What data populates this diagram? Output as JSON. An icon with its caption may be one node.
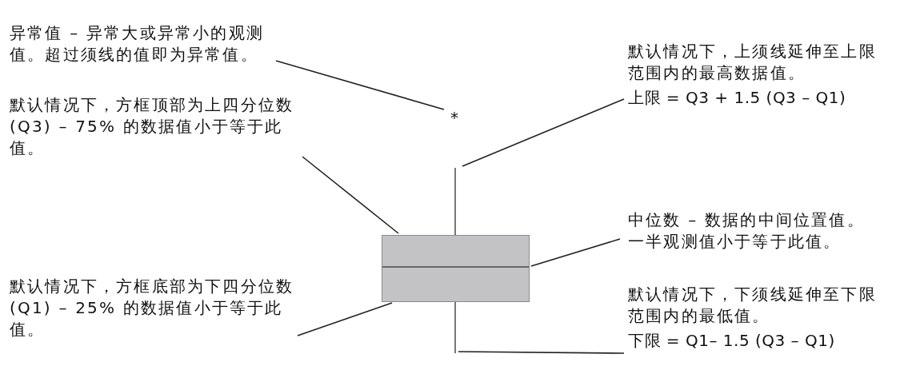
{
  "diagram": {
    "nodes": [
      {
        "text": [
          "异常值 – 异常大或异常小的观测值。超过须线的值即为异常值。"
        ]
      },
      {
        "text": [
          "*"
        ]
      },
      {
        "text": [
          "默认情况下，方框顶部为上四分位数 (Q3) – 75% 的数据值小于等于此值。"
        ]
      },
      {
        "text": [
          "默认情况下，方框底部为下四分位数 (Q1) – 25% 的数据值小于等于此值。"
        ]
      },
      {
        "text": [
          "默认情况下，上须线延伸至上限范围内的最高数据值。",
          "上限 = Q3 + 1.5 (Q3 – Q1)"
        ]
      },
      {
        "text": [
          "中位数 – 数据的中间位置值。一半观测值小于等于此值。"
        ]
      },
      {
        "text": [
          "默认情况下，下须线延伸至下限范围内的最低值。",
          "下限 = Q1– 1.5 (Q3 – Q1)"
        ]
      },
      {
        "text": [],
        "shape": "box"
      }
    ],
    "edges": [
      {
        "from": 0,
        "to": 1,
        "arrow": "none"
      },
      {
        "from": 2,
        "to": 7,
        "arrow": "none"
      },
      {
        "from": 3,
        "to": 7,
        "arrow": "none"
      },
      {
        "from": 4,
        "to": null,
        "arrow": "none"
      },
      {
        "from": 5,
        "to": 7,
        "arrow": "none"
      },
      {
        "from": 6,
        "to": null,
        "arrow": "none"
      }
    ]
  }
}
